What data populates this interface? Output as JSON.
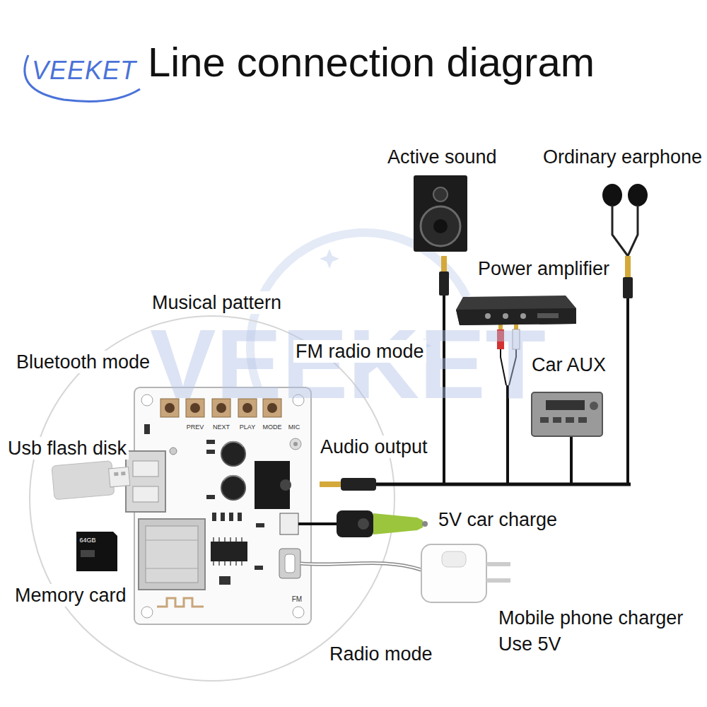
{
  "diagram": {
    "title": "Line connection diagram",
    "labels": [
      "VEEKET",
      "Active sound",
      "Ordinary earphone",
      "Power amplifier",
      "Musical pattern",
      "Bluetooth mode",
      "FM radio mode",
      "Car AUX",
      "Usb flash disk",
      "Audio output",
      "5V car charge",
      "Memory card",
      "Mobile phone charger Use 5V",
      "Radio mode",
      "VEEKET",
      "PREV",
      "NEXT",
      "PLAY",
      "MODE",
      "MIC",
      "FM",
      "64GB"
    ]
  }
}
